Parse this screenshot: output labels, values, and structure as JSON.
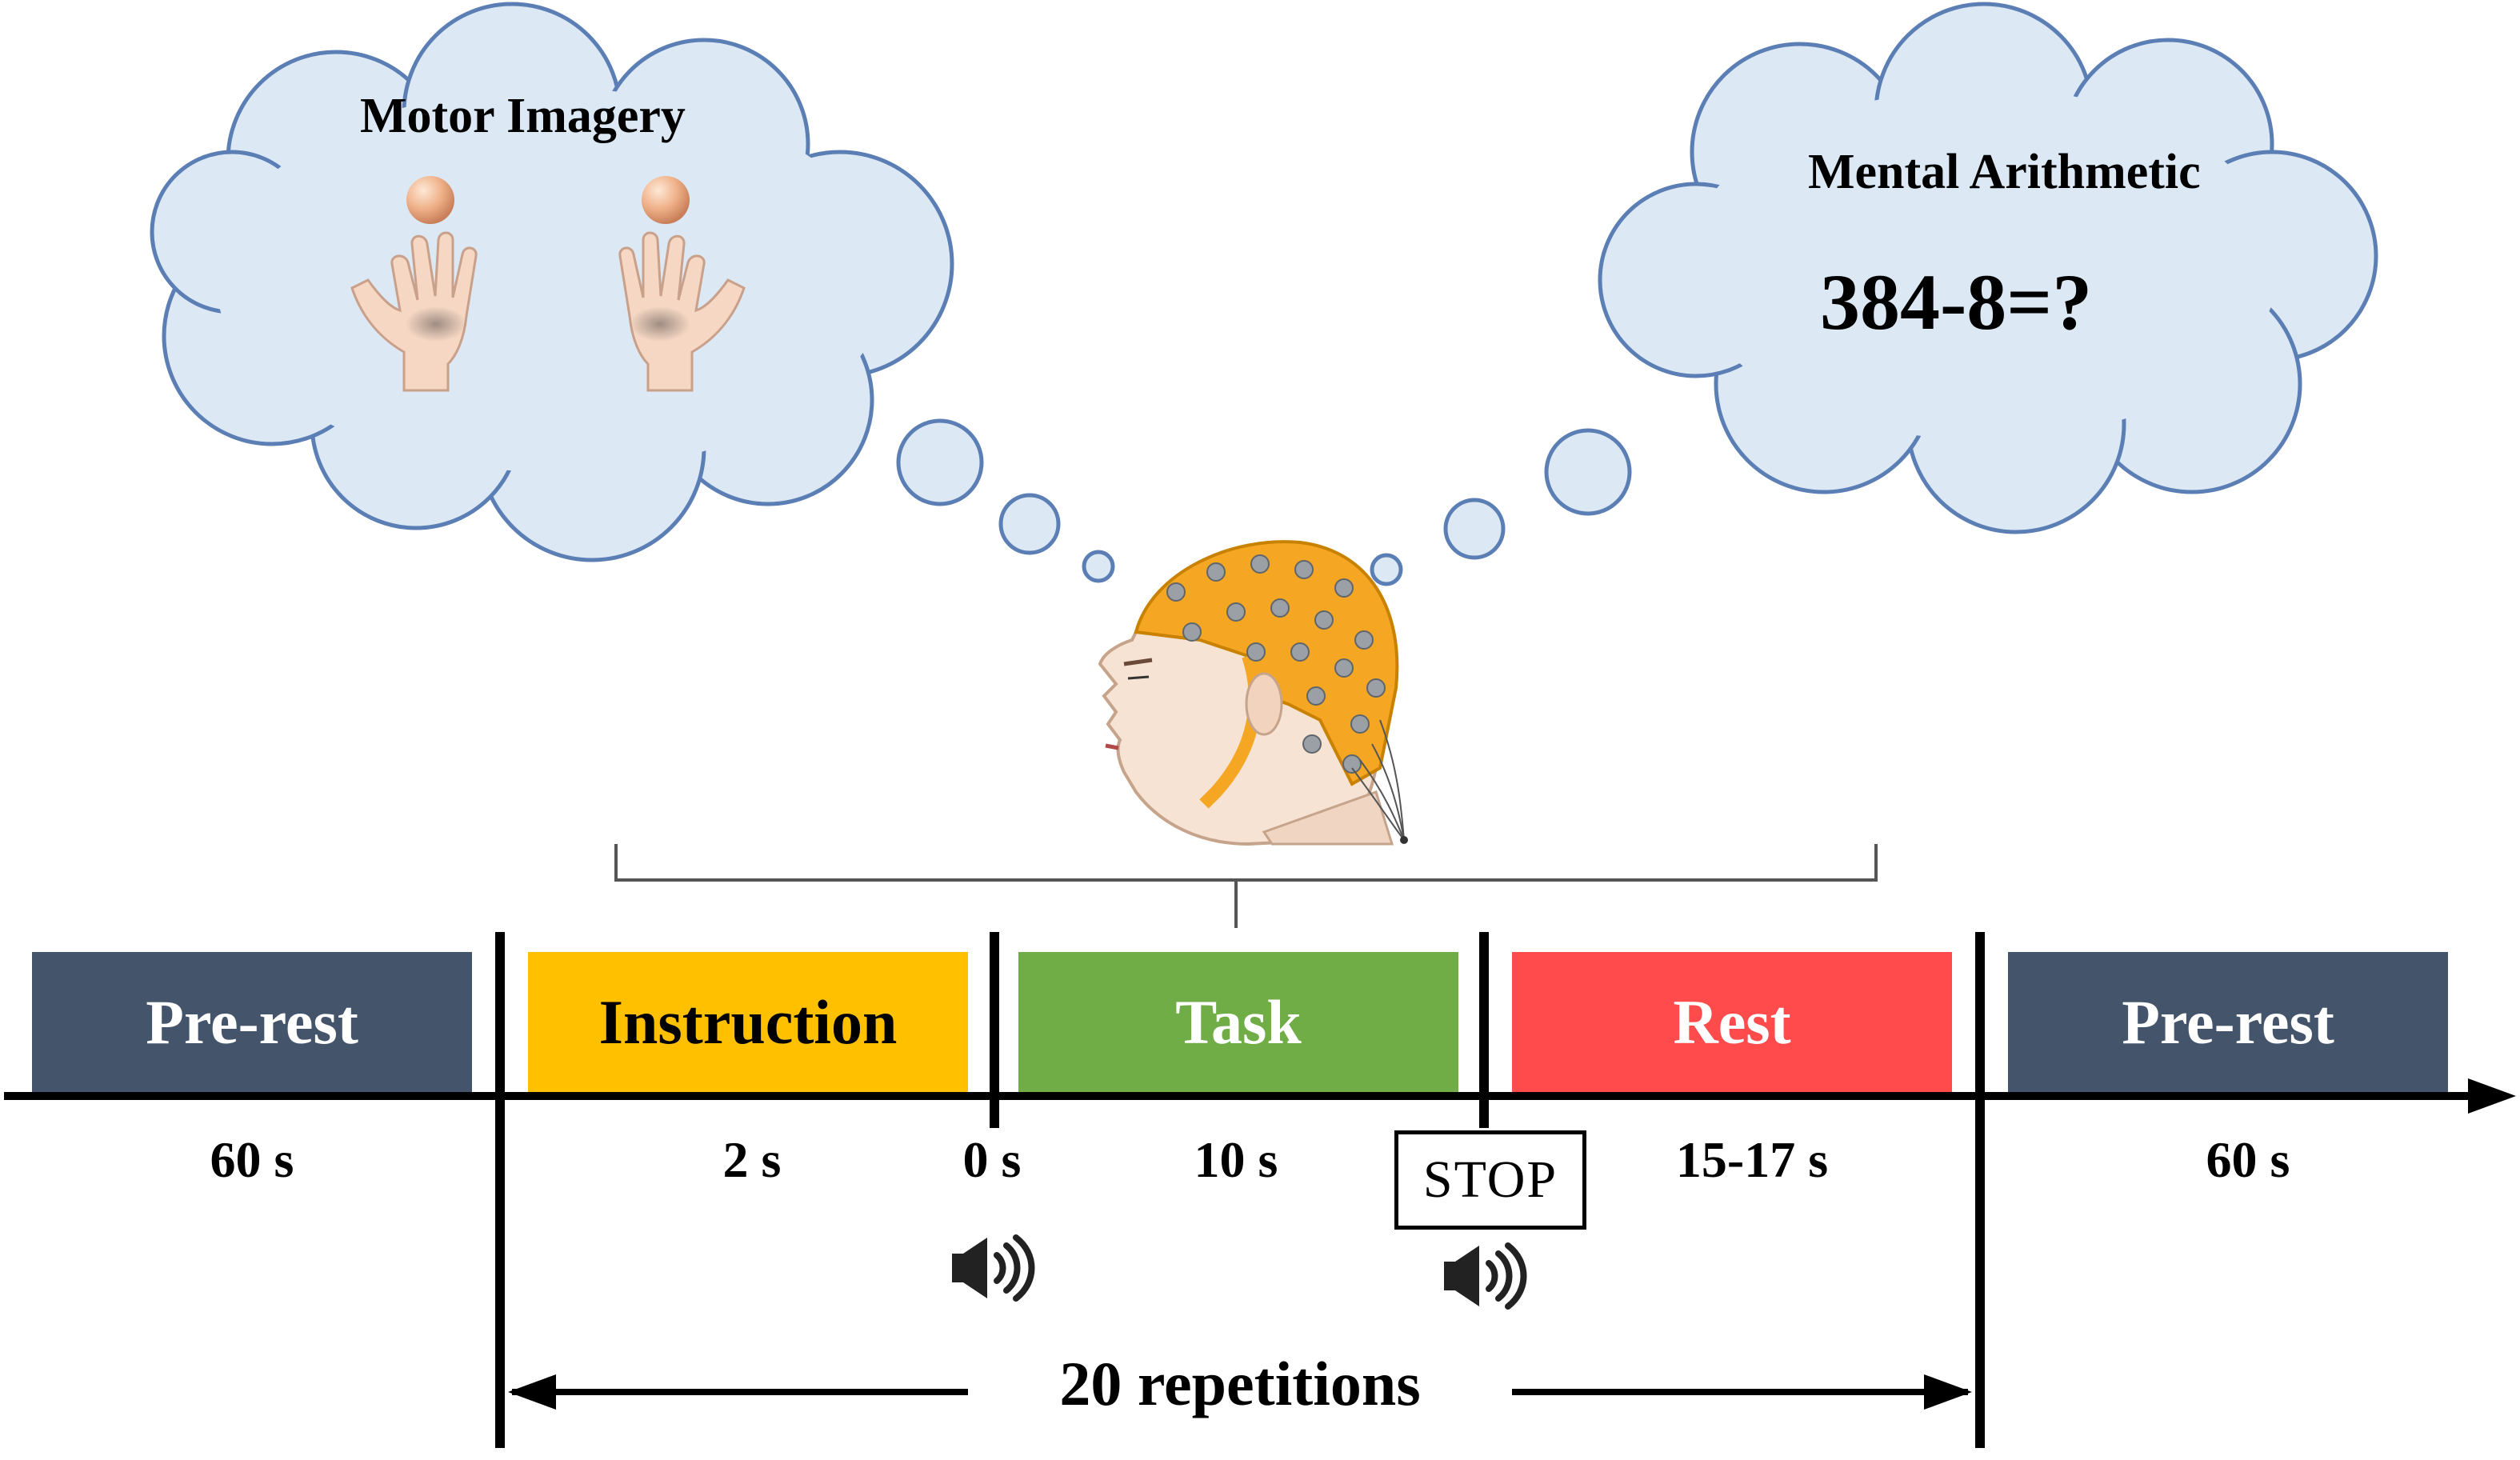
{
  "thoughts": {
    "left_title": "Motor Imagery",
    "right_title": "Mental Arithmetic",
    "right_equation": "384-8=?"
  },
  "timeline": {
    "blocks": [
      {
        "label": "Pre-rest",
        "color": "#44546a",
        "text_color": "#ffffff"
      },
      {
        "label": "Instruction",
        "color": "#ffc000",
        "text_color": "#000000"
      },
      {
        "label": "Task",
        "color": "#70ad47",
        "text_color": "#ffffff"
      },
      {
        "label": "Rest",
        "color": "#ff4b4b",
        "text_color": "#ffffff"
      },
      {
        "label": "Pre-rest",
        "color": "#44546a",
        "text_color": "#ffffff"
      }
    ],
    "durations": {
      "pre_rest_start": "60 s",
      "instruction": "2 s",
      "task_onset": "0 s",
      "task": "10 s",
      "rest": "15-17 s",
      "pre_rest_end": "60 s"
    },
    "stop_label": "STOP",
    "repetitions_label": "20 repetitions"
  },
  "icons": [
    "open-hand-icon",
    "ball-icon",
    "eeg-cap-head-icon",
    "speaker-icon"
  ]
}
